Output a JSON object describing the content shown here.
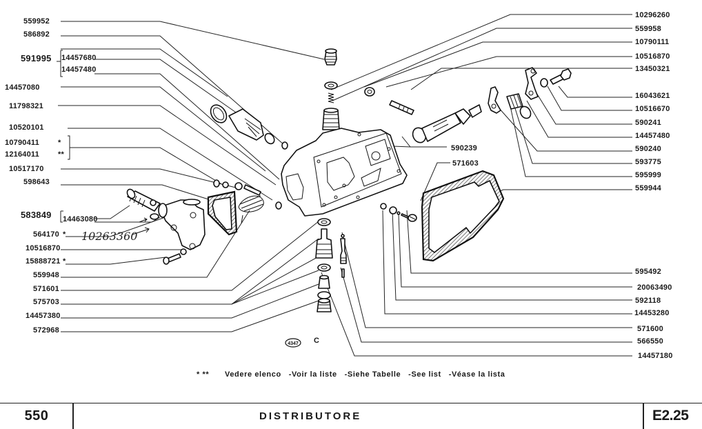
{
  "diagram": {
    "left_labels": [
      {
        "code": "559952"
      },
      {
        "code": "586892"
      },
      {
        "code": "591995",
        "sub": [
          "14457680",
          "14457480"
        ]
      },
      {
        "code": "14457080"
      },
      {
        "code": "11798321"
      },
      {
        "code": "10520101"
      },
      {
        "code": "10790411",
        "mark": "*"
      },
      {
        "code": "12164011",
        "mark": "**"
      },
      {
        "code": "10517170"
      },
      {
        "code": "598643"
      },
      {
        "code": "583849",
        "sub": [
          "14463080"
        ]
      },
      {
        "code": "564170",
        "mark": "*"
      },
      {
        "code": "10516870"
      },
      {
        "code": "15888721",
        "mark": "*"
      },
      {
        "code": "559948"
      },
      {
        "code": "571601"
      },
      {
        "code": "575703"
      },
      {
        "code": "14457380"
      },
      {
        "code": "572968"
      }
    ],
    "right_labels": [
      {
        "code": "10296260"
      },
      {
        "code": "559958"
      },
      {
        "code": "10790111"
      },
      {
        "code": "10516870"
      },
      {
        "code": "13450321"
      },
      {
        "code": "16043621"
      },
      {
        "code": "10516670"
      },
      {
        "code": "590241"
      },
      {
        "code": "14457480"
      },
      {
        "code": "590240"
      },
      {
        "code": "593775"
      },
      {
        "code": "595999"
      },
      {
        "code": "559944"
      },
      {
        "code": "595492"
      },
      {
        "code": "20063490"
      },
      {
        "code": "592118"
      },
      {
        "code": "14453280"
      },
      {
        "code": "571600"
      },
      {
        "code": "566550"
      },
      {
        "code": "14457180"
      }
    ],
    "center_labels": {
      "body": "590239",
      "screw": "571603"
    },
    "handwritten_note": "10263360",
    "stamp": "4347",
    "stamp_letter": "C",
    "footnote": {
      "marks": "*  **",
      "text": "Vedere elenco   -Voir la liste   -Siehe Tabelle   -See list   -Véase la lista"
    }
  },
  "title_block": {
    "page_number": "550",
    "title": "DISTRIBUTORE",
    "code": "E2.25"
  }
}
